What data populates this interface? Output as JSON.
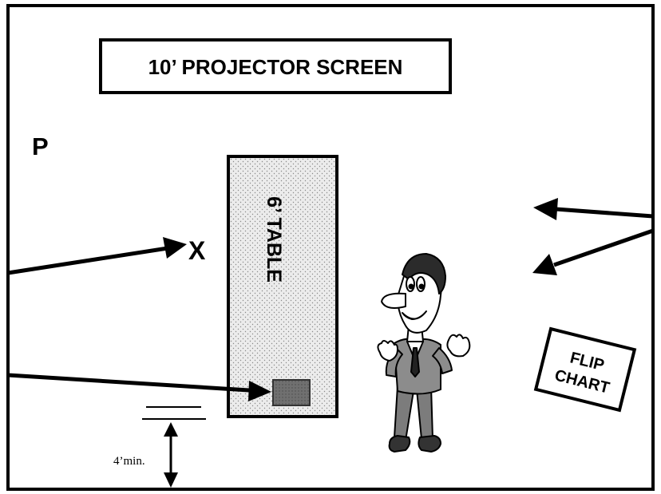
{
  "diagram": {
    "screen_label": "10’ PROJECTOR SCREEN",
    "marker_p": "P",
    "marker_x": "X",
    "table_label": "6’ TABLE",
    "flip_chart_line1": "FLIP",
    "flip_chart_line2": "CHART",
    "clearance_label": "4’min."
  },
  "colors": {
    "ink": "#000000",
    "paper": "#ffffff",
    "table_fill": "#e2e2e2",
    "device_fill": "#6f6f6f"
  }
}
